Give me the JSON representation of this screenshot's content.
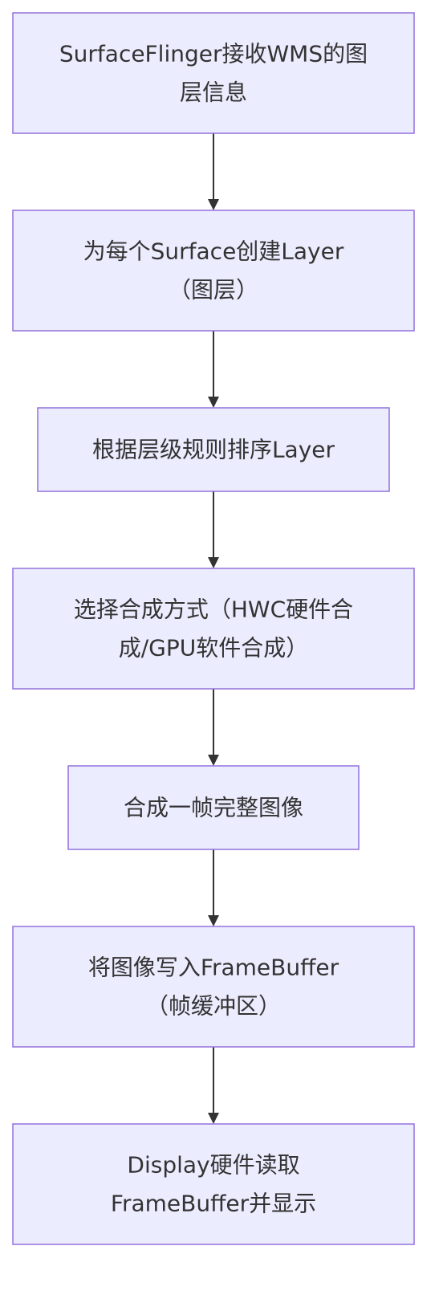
{
  "nodes": [
    {
      "id": "n1",
      "lines": [
        "SurfaceFlinger接收WMS的图",
        "层信息"
      ]
    },
    {
      "id": "n2",
      "lines": [
        "为每个Surface创建Layer",
        "（图层）"
      ]
    },
    {
      "id": "n3",
      "lines": [
        "根据层级规则排序Layer"
      ]
    },
    {
      "id": "n4",
      "lines": [
        "选择合成方式（HWC硬件合",
        "成/GPU软件合成）"
      ]
    },
    {
      "id": "n5",
      "lines": [
        "合成一帧完整图像"
      ]
    },
    {
      "id": "n6",
      "lines": [
        "将图像写入FrameBuffer",
        "（帧缓冲区）"
      ]
    },
    {
      "id": "n7",
      "lines": [
        "Display硬件读取",
        "FrameBuffer并显示"
      ]
    }
  ],
  "edges": [
    {
      "from": "n1",
      "to": "n2"
    },
    {
      "from": "n2",
      "to": "n3"
    },
    {
      "from": "n3",
      "to": "n4"
    },
    {
      "from": "n4",
      "to": "n5"
    },
    {
      "from": "n5",
      "to": "n6"
    },
    {
      "from": "n6",
      "to": "n7"
    }
  ],
  "colors": {
    "node_fill": "#ECECFF",
    "node_border": "#9370DB",
    "text": "#333333",
    "edge": "#333333"
  }
}
